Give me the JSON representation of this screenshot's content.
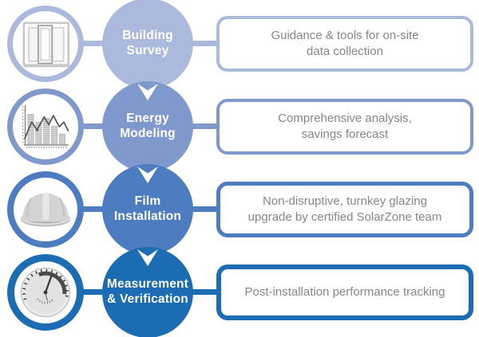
{
  "background": "#ffffff",
  "description_text_color": "#82878a",
  "label_text_color": "#ffffff",
  "steps": [
    {
      "label": "Building Survey",
      "label_lines": [
        "Building",
        "Survey"
      ],
      "description_lines": [
        "Guidance & tools for on-site",
        "data collection"
      ],
      "icon": "window-icon",
      "accent": "#aab9dc"
    },
    {
      "label": "Energy Modeling",
      "label_lines": [
        "Energy",
        "Modeling"
      ],
      "description_lines": [
        "Comprehensive analysis,",
        "savings forecast"
      ],
      "icon": "bar-line-chart-icon",
      "accent": "#8099cd"
    },
    {
      "label": "Film Installation",
      "label_lines": [
        "Film",
        "Installation"
      ],
      "description_lines": [
        "Non-disruptive, turnkey glazing",
        "upgrade by certified SolarZone team"
      ],
      "icon": "hard-hat-icon",
      "accent": "#4d7cc0"
    },
    {
      "label": "Measurement & Verification",
      "label_lines": [
        "Measurement",
        "& Verification"
      ],
      "description_lines": [
        "Post-installation performance tracking",
        ""
      ],
      "icon": "gauge-icon",
      "accent": "#1b6cb3"
    }
  ]
}
